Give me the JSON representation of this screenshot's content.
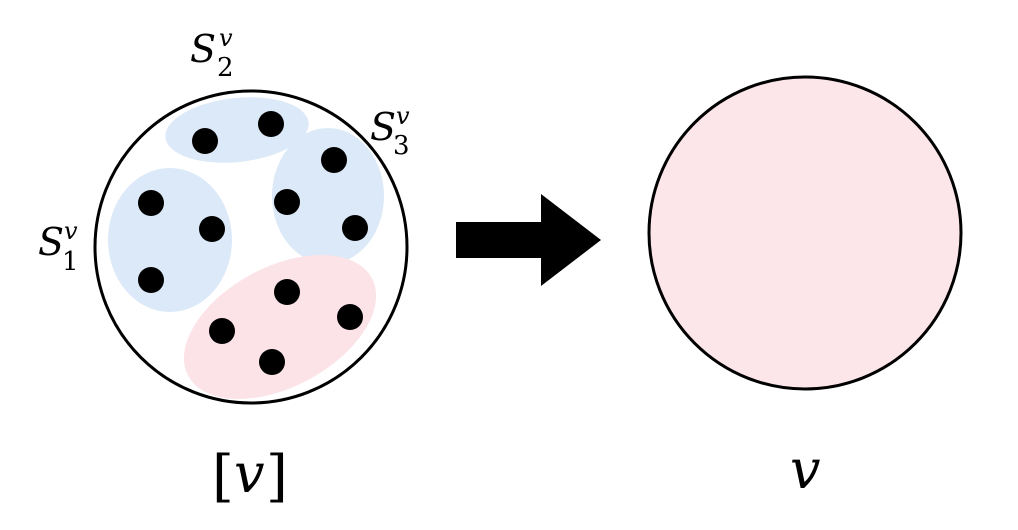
{
  "diagram": {
    "labels": {
      "s1": {
        "base": "S",
        "sup": "v",
        "sub": "1"
      },
      "s2": {
        "base": "S",
        "sup": "v",
        "sub": "2"
      },
      "s3": {
        "base": "S",
        "sup": "v",
        "sub": "3"
      },
      "left_caption": {
        "open": "[",
        "var": "v",
        "close": "]"
      },
      "right_caption": "v"
    },
    "colors": {
      "blue_group": "#dce9f8",
      "pink_group": "#fbe3e8",
      "result_node": "#fde6ea",
      "stroke": "#000000",
      "dot": "#000000",
      "arrow": "#000000"
    }
  }
}
